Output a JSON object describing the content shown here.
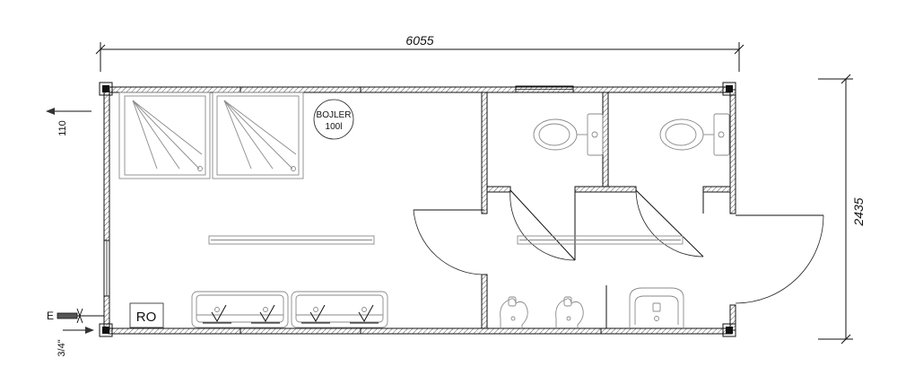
{
  "dimensions": {
    "width_label": "6055",
    "height_label": "2435"
  },
  "labels": {
    "boiler_line1": "BOJLER",
    "boiler_line2": "100l",
    "drain_label": "110",
    "electric_label": "E",
    "water_label": "3/4\"",
    "ro_label": "RO"
  }
}
